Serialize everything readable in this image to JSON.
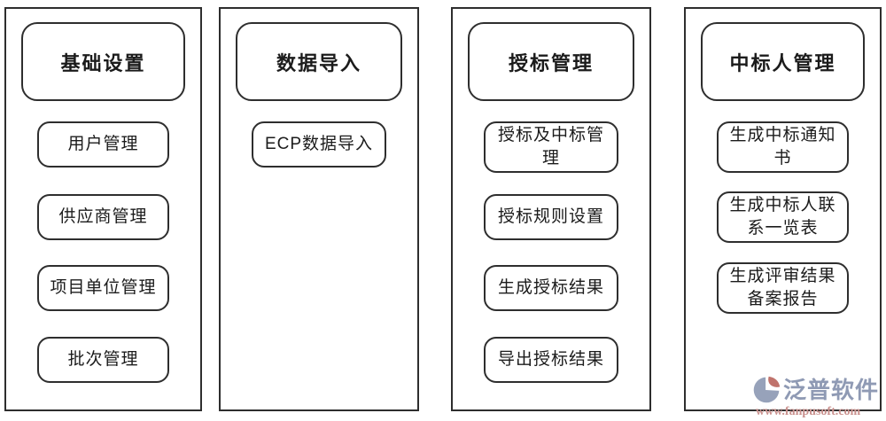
{
  "page": {
    "background": "#ffffff",
    "border_color": "#2e2e2e",
    "text_color": "#1b1b1b"
  },
  "columns": [
    {
      "title": "基础设置",
      "items": [
        "用户管理",
        "供应商管理",
        "项目单位管理",
        "批次管理"
      ]
    },
    {
      "title": "数据导入",
      "items": [
        "ECP数据导入"
      ]
    },
    {
      "title": "授标管理",
      "items": [
        "授标及中标管\n理",
        "授标规则设置",
        "生成授标结果",
        "导出授标结果"
      ]
    },
    {
      "title": "中标人管理",
      "items": [
        "生成中标通知\n书",
        "生成中标人联\n系一览表",
        "生成评审结果\n备案报告"
      ]
    }
  ],
  "watermark": {
    "brand": "泛普软件",
    "url": "www.fanpusoft.com",
    "brand_color": "#8f9ab4",
    "url_color": "#c9908d",
    "logo_blue": "#97a2ba",
    "logo_pink": "#c0736c"
  }
}
